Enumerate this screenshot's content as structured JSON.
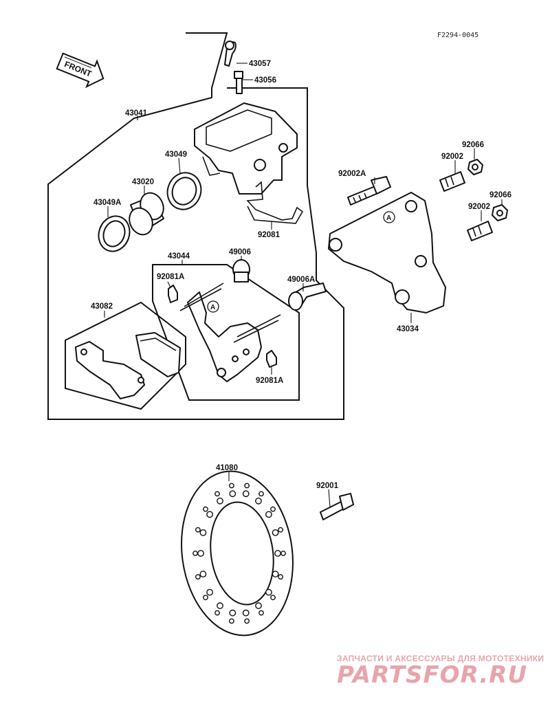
{
  "figure_code": "F2294-0045",
  "front_arrow_label": "FRONT",
  "ref_marker": "A",
  "part_labels": {
    "p43057": "43057",
    "p43056": "43056",
    "p43041": "43041",
    "p43049": "43049",
    "p43020": "43020",
    "p43049A": "43049A",
    "p92081": "92081",
    "p43044": "43044",
    "p49006": "49006",
    "p49006A": "49006A",
    "p92081A_top": "92081A",
    "p92081A_bottom": "92081A",
    "p43082": "43082",
    "p92002A": "92002A",
    "p92066_top": "92066",
    "p92002_top": "92002",
    "p92066_bottom": "92066",
    "p92002_bottom": "92002",
    "p43034": "43034",
    "p41080": "41080",
    "p92001": "92001"
  },
  "watermark": {
    "subtitle": "ЗАПЧАСТИ И АКСЕССУАРЫ ДЛЯ МОТОТЕХНИКИ",
    "brand": "PARTSFOR.RU"
  }
}
